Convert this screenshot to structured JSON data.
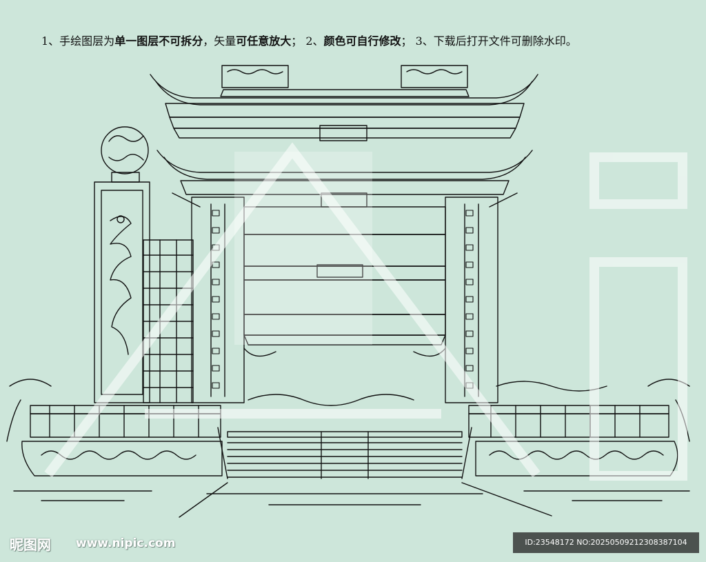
{
  "note": {
    "part1_pre": "1、手绘图层为",
    "part1_bold": "单一图层不可拆分",
    "part1_mid": "，矢量",
    "part1_bold2": "可任意放大",
    "part1_end": "；   2、",
    "part2_bold": "颜色可自行修改",
    "part2_end": "；   3、下载后打开文件可删除水印。"
  },
  "watermark": {
    "logo": "昵图网",
    "url": "www.nipic.com",
    "id_text": "ID:23548172 NO:20250509212308387104"
  },
  "colors": {
    "background": "#cde6da",
    "line": "#111111",
    "watermark_white": "#ffffff"
  }
}
